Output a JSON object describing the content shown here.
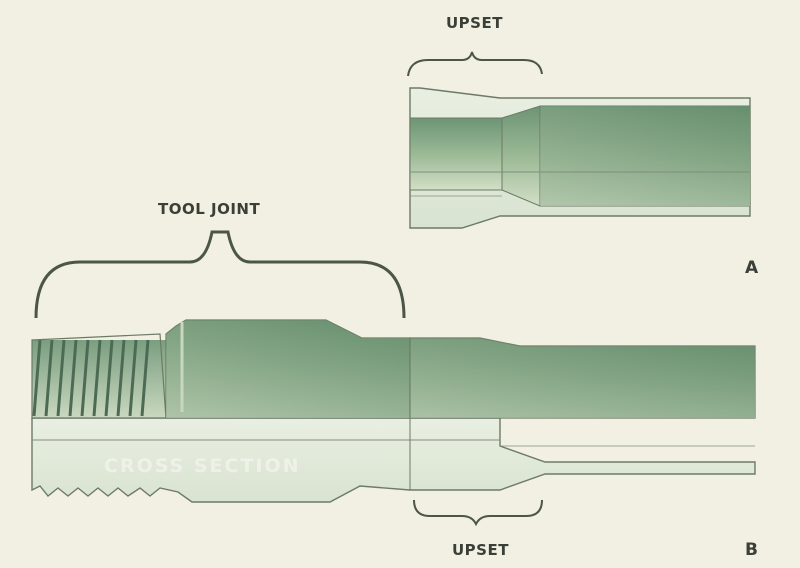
{
  "labels": {
    "upset_top": "UPSET",
    "tool_joint": "TOOL JOINT",
    "cross_section": "CROSS SECTION",
    "upset_bottom": "UPSET",
    "panel_a": "A",
    "panel_b": "B"
  },
  "colors": {
    "background": "#f1f0e2",
    "pipe_dark": "#5f8a68",
    "pipe_light": "#dfe8d6",
    "section_fill": "#e5ecdf",
    "outline": "#6c7a66",
    "label": "#3a3f38"
  }
}
